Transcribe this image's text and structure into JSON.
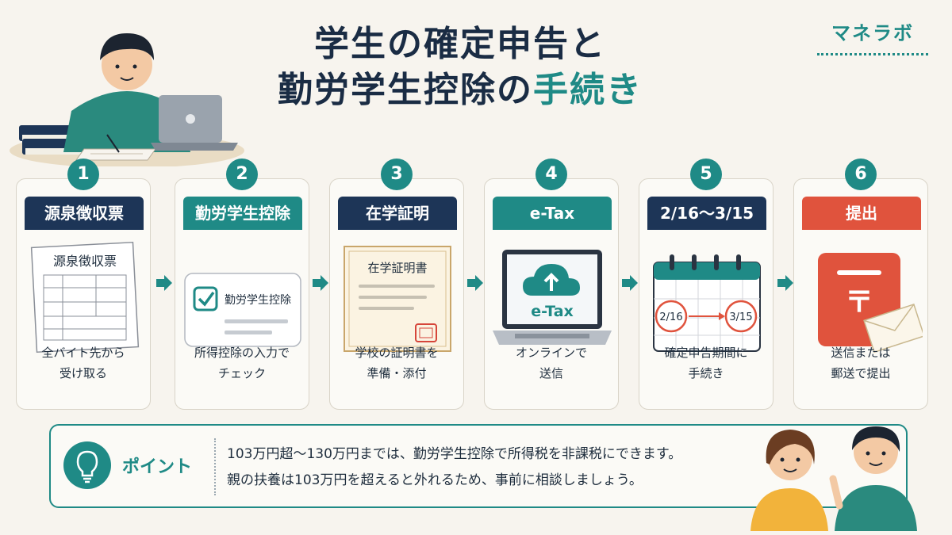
{
  "title": {
    "line1": "学生の確定申告と",
    "line2_main": "勤労学生控除の",
    "line2_highlight": "手続き"
  },
  "brand": "マネラボ",
  "steps": [
    {
      "num": "1",
      "header": "源泉徴収票",
      "illus_text": "源泉徴収票",
      "caption1": "全バイト先から",
      "caption2": "受け取る"
    },
    {
      "num": "2",
      "header": "勤労学生控除",
      "illus_text": "勤労学生控除",
      "caption1": "所得控除の入力で",
      "caption2": "チェック"
    },
    {
      "num": "3",
      "header": "在学証明",
      "illus_text": "在学証明書",
      "caption1": "学校の証明書を",
      "caption2": "準備・添付"
    },
    {
      "num": "4",
      "header": "e-Tax",
      "illus_text": "e-Tax",
      "caption1": "オンラインで",
      "caption2": "送信"
    },
    {
      "num": "5",
      "header": "2/16〜3/15",
      "illus_from": "2/16",
      "illus_to": "3/15",
      "caption1": "確定申告期間に",
      "caption2": "手続き"
    },
    {
      "num": "6",
      "header": "提出",
      "illus_text": "〒",
      "caption1": "送信または",
      "caption2": "郵送で提出"
    }
  ],
  "point": {
    "label": "ポイント",
    "line1": "103万円超〜130万円までは、勤労学生控除で所得税を非課税にできます。",
    "line2": "親の扶養は103万円を超えると外れるため、事前に相談しましょう。"
  }
}
